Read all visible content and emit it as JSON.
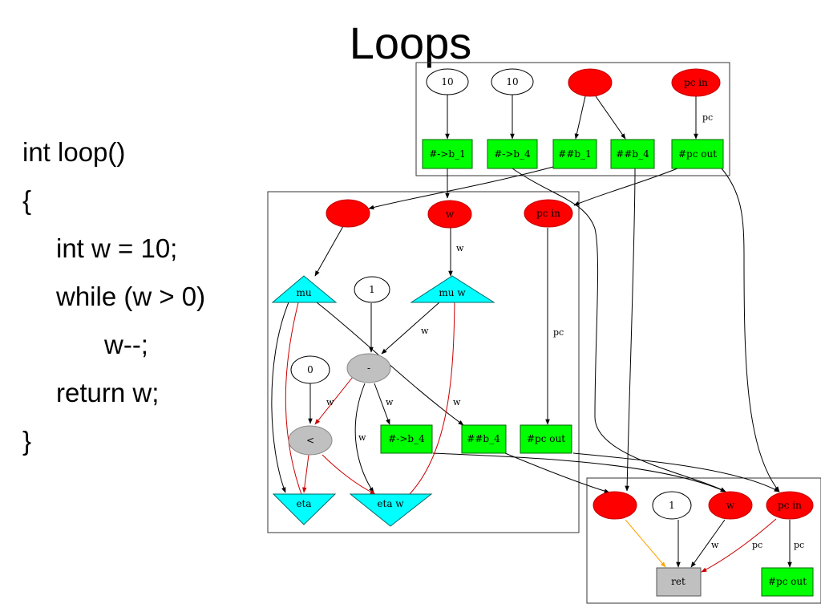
{
  "slide": {
    "title": "Loops"
  },
  "code": {
    "lines": [
      "int loop()",
      "{",
      "int w = 10;",
      "while (w > 0)",
      "w--;",
      "return w;",
      "}"
    ]
  },
  "diagram": {
    "nodes": {
      "c10a": "10",
      "c10b": "10",
      "pcin1": "pc in",
      "b1src": "#->b_1",
      "b4src": "#->b_4",
      "b1": "##b_1",
      "b4": "##b_4",
      "pcout1": "#pc out",
      "w1": "w",
      "pcin2": "pc in",
      "mu": "mu",
      "c1a": "1",
      "muw": "mu w",
      "c0": "0",
      "minus": "-",
      "lt": "<",
      "b4src2": "#->b_4",
      "b4b": "##b_4",
      "pcout2": "#pc out",
      "eta": "eta",
      "etaw": "eta w",
      "c1b": "1",
      "w3": "w",
      "pcin3": "pc in",
      "ret": "ret",
      "pcout3": "#pc out"
    },
    "edge_labels": {
      "e_pc1": "pc",
      "e_w_muw": "w",
      "e_pc2": "pc",
      "e_muw_minus": "w",
      "e_minus_lt": "w",
      "e_minus_b4": "w",
      "e_minus_etaw": "w",
      "e_etaw_muw": "w",
      "e_w3_ret": "w",
      "e_pcin3_ret": "pc",
      "e_pcin3_out": "pc"
    },
    "colors": {
      "red_node": "#ff0000",
      "green_node": "#00ff00",
      "cyan_node": "#00ffff",
      "gray_node": "#c0c0c0",
      "red_edge": "#cc0000",
      "orange_edge": "#ffa500"
    }
  }
}
